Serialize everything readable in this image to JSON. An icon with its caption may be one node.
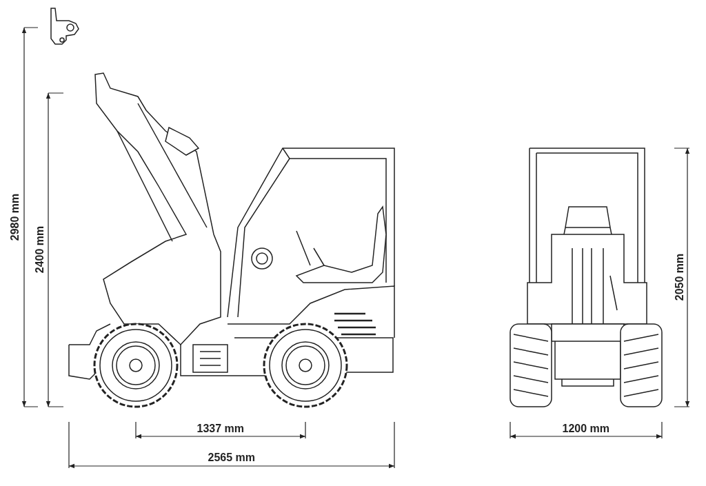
{
  "diagram": {
    "labels": [
      "2980 mm",
      "2400 mm",
      "2050 mm",
      "1337 mm",
      "1200 mm",
      "2565 mm"
    ]
  }
}
